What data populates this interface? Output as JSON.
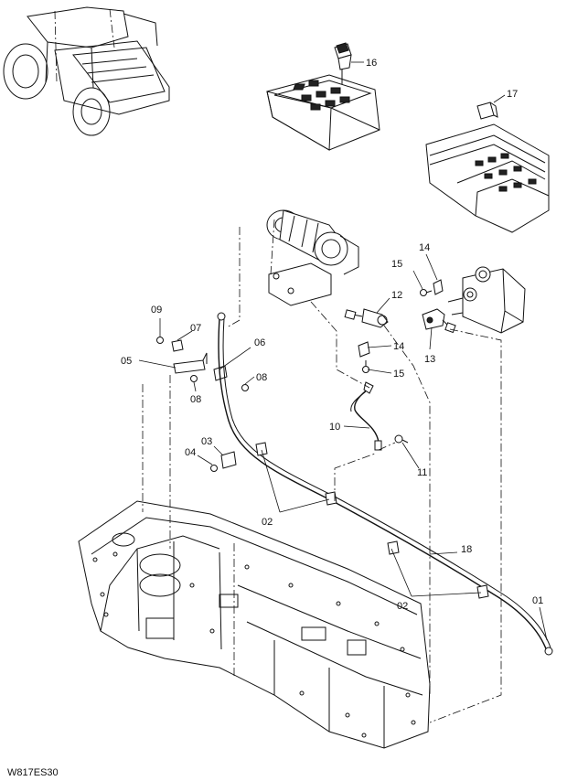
{
  "drawing_code": "W817ES30",
  "callouts": [
    {
      "id": "c01",
      "label": "01"
    },
    {
      "id": "c02a",
      "label": "02"
    },
    {
      "id": "c02b",
      "label": "02"
    },
    {
      "id": "c03",
      "label": "03"
    },
    {
      "id": "c04",
      "label": "04"
    },
    {
      "id": "c05",
      "label": "05"
    },
    {
      "id": "c06",
      "label": "06"
    },
    {
      "id": "c07",
      "label": "07"
    },
    {
      "id": "c08a",
      "label": "08"
    },
    {
      "id": "c08b",
      "label": "08"
    },
    {
      "id": "c09",
      "label": "09"
    },
    {
      "id": "c10",
      "label": "10"
    },
    {
      "id": "c11",
      "label": "11"
    },
    {
      "id": "c12",
      "label": "12"
    },
    {
      "id": "c13",
      "label": "13"
    },
    {
      "id": "c14a",
      "label": "14"
    },
    {
      "id": "c14b",
      "label": "14"
    },
    {
      "id": "c15a",
      "label": "15"
    },
    {
      "id": "c15b",
      "label": "15"
    },
    {
      "id": "c16",
      "label": "16"
    },
    {
      "id": "c17",
      "label": "17"
    },
    {
      "id": "c18",
      "label": "18"
    }
  ]
}
